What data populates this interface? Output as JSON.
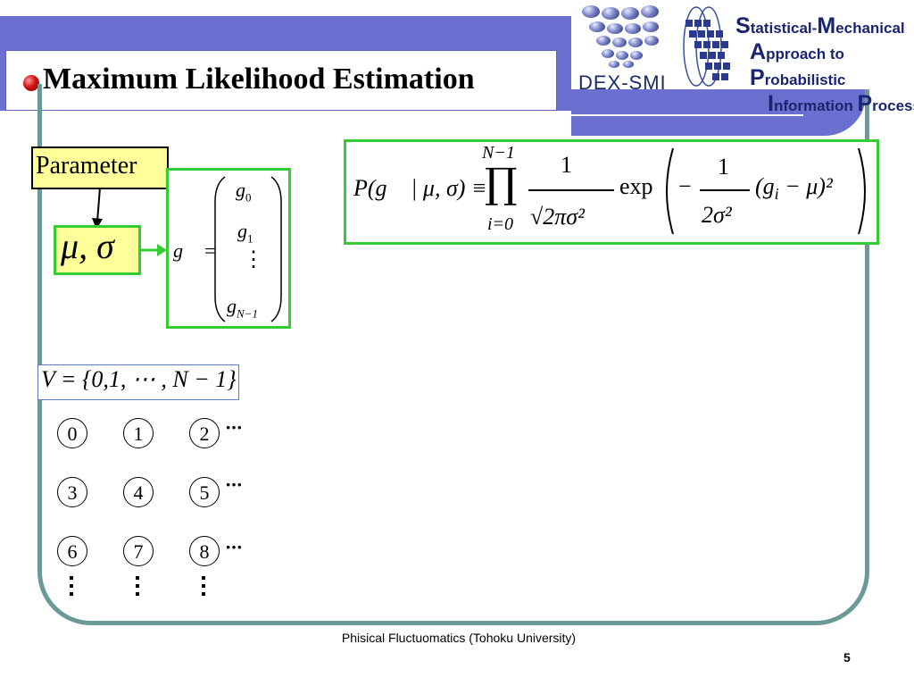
{
  "slide": {
    "title": "Maximum Likelihood Estimation",
    "page_number": "5",
    "footer": "Phisical Fluctuomatics (Tohoku University)"
  },
  "logos": {
    "dexsmi": "DEX-SMI",
    "smapip_line1_initial": "S",
    "smapip_line1_rest": "tatistical-",
    "smapip_line1_initial2": "M",
    "smapip_line1_rest2": "echanical",
    "smapip_line2_initial": "A",
    "smapip_line2_rest": "pproach to ",
    "smapip_line2_initial2": "P",
    "smapip_line2_rest2": "robabilistic",
    "smapip_line3_initial": "I",
    "smapip_line3_rest": "nformation ",
    "smapip_line3_initial2": "P",
    "smapip_line3_rest2": "rocessing"
  },
  "parameter": {
    "label": "Parameter",
    "symbols": "μ, σ"
  },
  "vector": {
    "lhs": "g⃗ =",
    "entries": [
      "g",
      "g",
      "⋮",
      "g"
    ],
    "subscripts": [
      "0",
      "1",
      "",
      "N−1"
    ]
  },
  "likelihood": {
    "lhs": "P(g⃗ | μ, σ) ≡",
    "prod_upper": "N−1",
    "prod_lower": "i=0",
    "frac_num": "1",
    "frac_den": "√2πσ²",
    "exp": "exp",
    "inner_num": "1",
    "inner_den": "2σ²",
    "inner_term": "(g",
    "inner_sub": "i",
    "inner_rest": "− μ)²"
  },
  "vertex_set": {
    "text": "V = {0,1, ⋯ , N − 1}"
  },
  "nodes": [
    "0",
    "1",
    "2",
    "3",
    "4",
    "5",
    "6",
    "7",
    "8"
  ],
  "ellipsis": "···"
}
